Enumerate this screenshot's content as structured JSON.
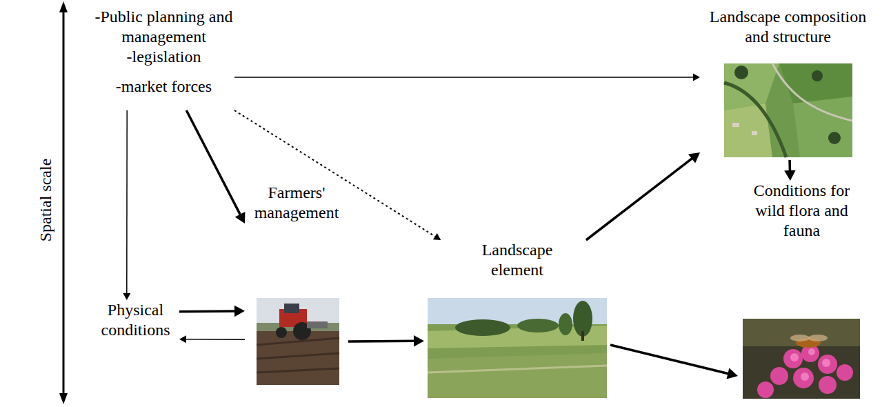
{
  "diagram": {
    "nodes": [
      {
        "text": [
          "-Public planning and management",
          "-legislation",
          "-market forces"
        ]
      },
      {
        "text": [
          "Landscape composition and structure"
        ]
      },
      {
        "text": [
          "Physical conditions"
        ]
      },
      {
        "text": [
          "Farmers' management"
        ]
      },
      {
        "text": [
          "Landscape element"
        ]
      },
      {
        "text": [
          "Conditions for wild flora and fauna"
        ]
      }
    ],
    "edges": [
      {
        "from": 0,
        "to": 1,
        "arrow": "to"
      },
      {
        "from": 0,
        "to": 2,
        "arrow": "to"
      },
      {
        "from": 0,
        "to": 3,
        "arrow": "to"
      },
      {
        "from": 0,
        "to": 4,
        "arrow": "to"
      },
      {
        "from": 2,
        "to": 3,
        "arrow": "to"
      },
      {
        "from": 3,
        "to": 2,
        "arrow": "to"
      },
      {
        "from": 3,
        "to": 4,
        "arrow": "to"
      },
      {
        "from": 4,
        "to": 1,
        "arrow": "to"
      },
      {
        "from": 1,
        "to": 5,
        "arrow": "to"
      },
      {
        "from": 4,
        "to": 5,
        "arrow": "to"
      }
    ],
    "labels": [
      "Spatial scale"
    ]
  }
}
